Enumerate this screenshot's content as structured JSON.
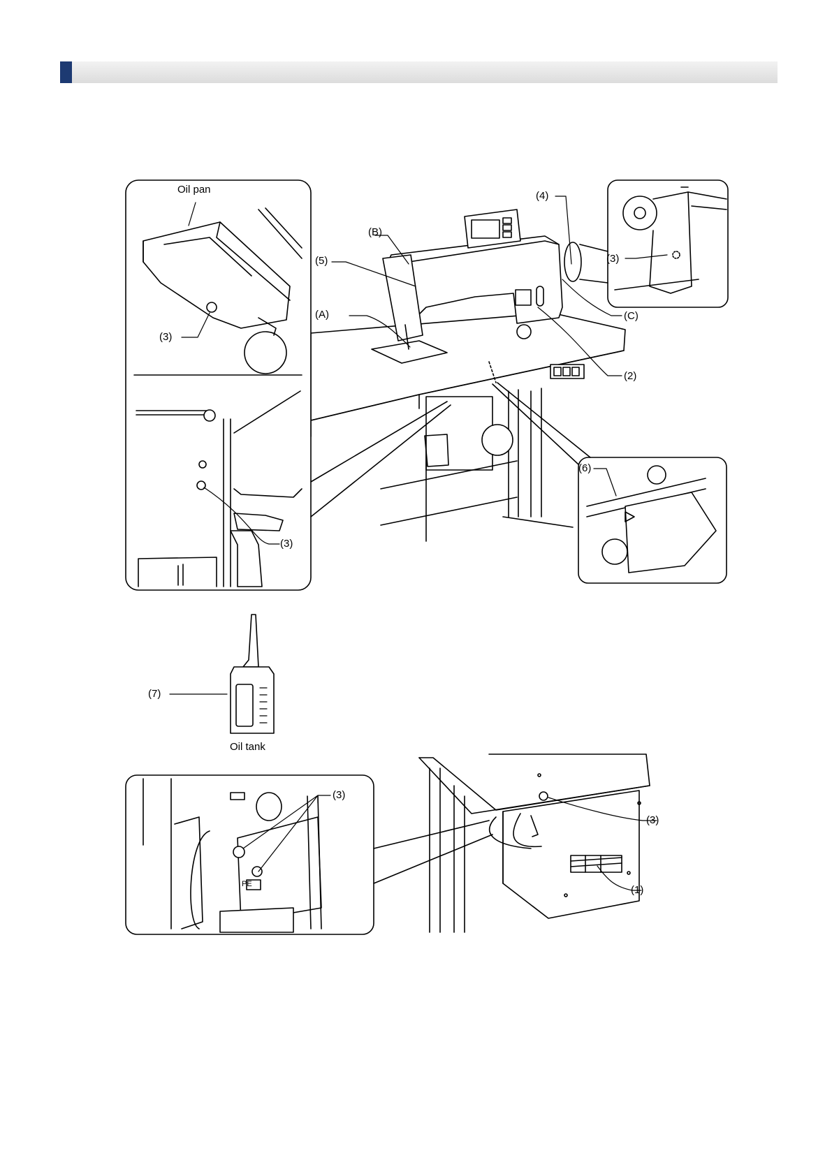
{
  "labels": {
    "oil_pan": "Oil pan",
    "oil_tank": "Oil tank",
    "ref_1": "(1)",
    "ref_2": "(2)",
    "ref_3": "(3)",
    "ref_4": "(4)",
    "ref_5": "(5)",
    "ref_6": "(6)",
    "ref_7": "(7)",
    "ref_A": "(A)",
    "ref_B": "(B)",
    "ref_C": "(C)",
    "pe_tag": "PE"
  },
  "colors": {
    "header_accent": "#1d3a72",
    "header_bar": "#e6e6e6",
    "line": "#000000"
  }
}
